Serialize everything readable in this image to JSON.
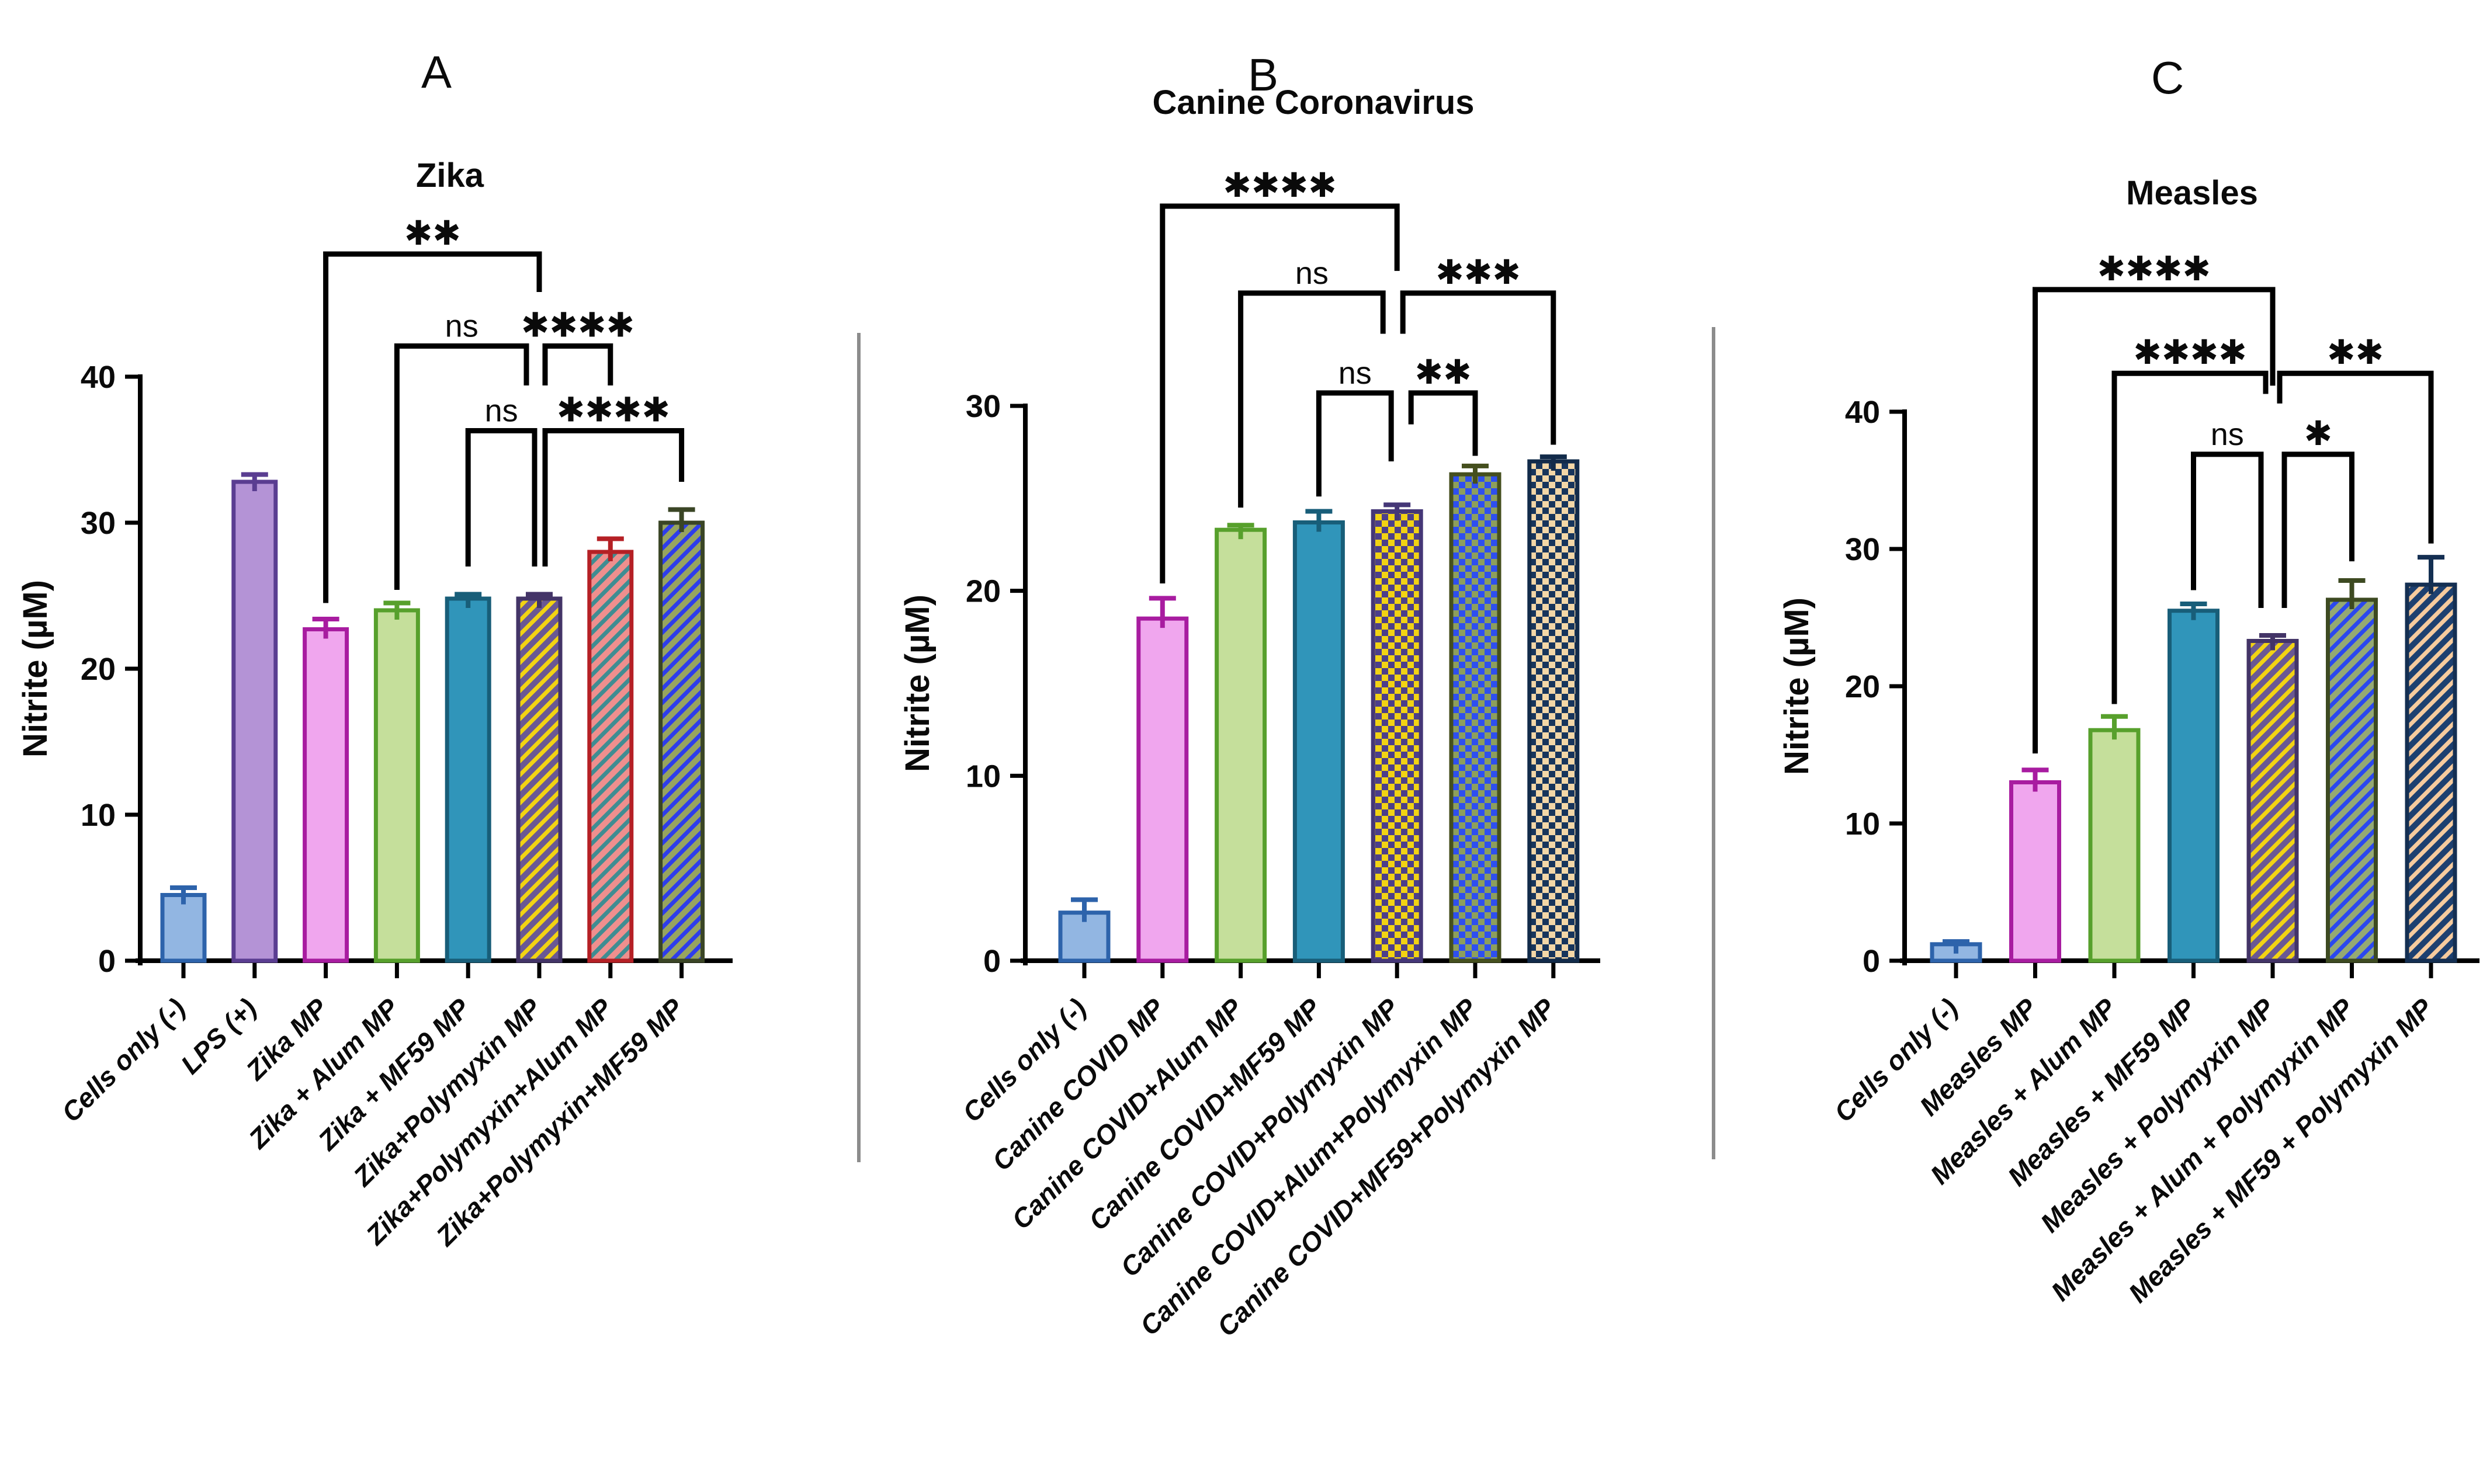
{
  "figure": {
    "background": "#ffffff",
    "shared_ylabel": "Nitrite (µM)"
  },
  "chart_data": [
    {
      "type": "bar",
      "panel_label": "A",
      "title": "Zika",
      "ylabel": "Nitrite (µM)",
      "ylim": [
        0,
        40
      ],
      "yticks": [
        0,
        10,
        20,
        30,
        40
      ],
      "grid": false,
      "legend": false,
      "categories": [
        "Cells only (-)",
        "LPS (+)",
        "Zika MP",
        "Zika + Alum MP",
        "Zika + MF59 MP",
        "Zika+Polymyxin MP",
        "Zika+Polymyxin+Alum MP",
        "Zika+Polymyxin+MF59 MP"
      ],
      "values": [
        4.5,
        32.8,
        22.7,
        24.0,
        24.8,
        24.8,
        28.0,
        30.0
      ],
      "errors": [
        0.5,
        0.5,
        0.7,
        0.5,
        0.3,
        0.3,
        0.9,
        0.9
      ],
      "bar_styles": [
        "solid-blue",
        "solid-purple",
        "solid-pink",
        "solid-green",
        "solid-teal",
        "hatch-yellow-purple",
        "hatch-teal-pink",
        "hatch-blue-olive"
      ],
      "significance": [
        {
          "groups": [
            3,
            6
          ],
          "label": "**",
          "y": 48.4,
          "drop_from": 24.5,
          "drop_to": 45.8,
          "from_dx": 0,
          "to_dx": 0
        },
        {
          "groups": [
            4,
            6
          ],
          "label": "ns",
          "y": 42.1,
          "drop_from": 25.4,
          "drop_to": 39.4,
          "from_dx": 0,
          "to_dx": -22
        },
        {
          "groups": [
            6,
            7
          ],
          "label": "****",
          "y": 42.1,
          "drop_from": 39.4,
          "drop_to": 39.4,
          "from_dx": 10,
          "to_dx": 0
        },
        {
          "groups": [
            5,
            6
          ],
          "label": "ns",
          "y": 36.3,
          "drop_from": 27.0,
          "drop_to": 27.0,
          "from_dx": 0,
          "to_dx": -8
        },
        {
          "groups": [
            6,
            8
          ],
          "label": "****",
          "y": 36.3,
          "drop_from": 27.0,
          "drop_to": 32.8,
          "from_dx": 10,
          "to_dx": 0
        }
      ]
    },
    {
      "type": "bar",
      "panel_label": "B",
      "title": "Canine Coronavirus",
      "ylabel": "Nitrite (µM)",
      "ylim": [
        0,
        30
      ],
      "yticks": [
        0,
        10,
        20,
        30
      ],
      "grid": false,
      "legend": false,
      "categories": [
        "Cells only (-)",
        "Canine COVID MP",
        "Canine COVID+Alum MP",
        "Canine COVID+MF59 MP",
        "Canine COVID+Polymyxin MP",
        "Canine COVID+Alum+Polymyxin MP",
        "Canine COVID+MF59+Polymyxin MP"
      ],
      "values": [
        2.6,
        18.5,
        23.3,
        23.7,
        24.3,
        26.3,
        27.0
      ],
      "errors": [
        0.7,
        1.1,
        0.25,
        0.6,
        0.35,
        0.45,
        0.25
      ],
      "bar_styles": [
        "solid-blue",
        "solid-pink",
        "solid-green",
        "solid-teal",
        "check-yellow-purple",
        "check-blue-olive",
        "check-cream-navy"
      ],
      "significance": [
        {
          "groups": [
            2,
            5
          ],
          "label": "****",
          "y": 40.8,
          "drop_from": 20.4,
          "drop_to": 37.3,
          "from_dx": 0,
          "to_dx": 0
        },
        {
          "groups": [
            3,
            5
          ],
          "label": "ns",
          "y": 36.1,
          "drop_from": 24.5,
          "drop_to": 33.9,
          "from_dx": 0,
          "to_dx": -24
        },
        {
          "groups": [
            5,
            7
          ],
          "label": "***",
          "y": 36.1,
          "drop_from": 33.9,
          "drop_to": 27.9,
          "from_dx": 10,
          "to_dx": 0
        },
        {
          "groups": [
            4,
            5
          ],
          "label": "ns",
          "y": 30.7,
          "drop_from": 25.1,
          "drop_to": 27.0,
          "from_dx": 0,
          "to_dx": -10
        },
        {
          "groups": [
            5,
            6
          ],
          "label": "**",
          "y": 30.7,
          "drop_from": 29.0,
          "drop_to": 27.3,
          "from_dx": 24,
          "to_dx": 0
        }
      ]
    },
    {
      "type": "bar",
      "panel_label": "C",
      "title": "Measles",
      "ylabel": "Nitrite (µM)",
      "ylim": [
        0,
        40
      ],
      "yticks": [
        0,
        10,
        20,
        30,
        40
      ],
      "grid": false,
      "legend": false,
      "categories": [
        "Cells only (-)",
        "Measles MP",
        "Measles + Alum MP",
        "Measles + MF59 MP",
        "Measles + Polymyxin MP",
        "Measles + Alum + Polymyxin MP",
        "Measles + MF59 + Polymyxin MP"
      ],
      "values": [
        1.2,
        13.0,
        16.8,
        25.5,
        23.3,
        26.3,
        27.4
      ],
      "errors": [
        0.2,
        0.9,
        1.0,
        0.5,
        0.4,
        1.4,
        2.0
      ],
      "bar_styles": [
        "solid-blue",
        "solid-pink",
        "solid-green",
        "solid-teal",
        "hatch-yellow-purple",
        "hatch-blue-sage",
        "hatch-cream-navy"
      ],
      "significance": [
        {
          "groups": [
            2,
            5
          ],
          "label": "****",
          "y": 48.9,
          "drop_from": 15.1,
          "drop_to": 41.9,
          "from_dx": 0,
          "to_dx": 0
        },
        {
          "groups": [
            3,
            5
          ],
          "label": "****",
          "y": 42.8,
          "drop_from": 18.7,
          "drop_to": 41.3,
          "from_dx": 0,
          "to_dx": -12
        },
        {
          "groups": [
            5,
            7
          ],
          "label": "**",
          "y": 42.8,
          "drop_from": 40.6,
          "drop_to": 30.4,
          "from_dx": 12,
          "to_dx": 0
        },
        {
          "groups": [
            4,
            5
          ],
          "label": "ns",
          "y": 36.9,
          "drop_from": 27.0,
          "drop_to": 25.7,
          "from_dx": 0,
          "to_dx": -20
        },
        {
          "groups": [
            5,
            6
          ],
          "label": "*",
          "y": 36.9,
          "drop_from": 25.7,
          "drop_to": 29.1,
          "from_dx": 20,
          "to_dx": 0
        }
      ]
    }
  ],
  "bar_style_palette": {
    "solid-blue": {
      "type": "solid",
      "fill": "#92b6e2",
      "stroke": "#2d63ab"
    },
    "solid-purple": {
      "type": "solid",
      "fill": "#b493d6",
      "stroke": "#5a3d91"
    },
    "solid-pink": {
      "type": "solid",
      "fill": "#f0a6ee",
      "stroke": "#a81ca0"
    },
    "solid-green": {
      "type": "solid",
      "fill": "#c5df9b",
      "stroke": "#57a02c"
    },
    "solid-teal": {
      "type": "solid",
      "fill": "#3095ba",
      "stroke": "#185e79"
    },
    "hatch-yellow-purple": {
      "type": "hatch",
      "bg": "#6a5894",
      "stripe": "#f2d313",
      "stroke": "#433467"
    },
    "hatch-teal-pink": {
      "type": "hatch",
      "bg": "#ef8f8e",
      "stripe": "#3f8d92",
      "stroke": "#b52025"
    },
    "hatch-blue-olive": {
      "type": "hatch",
      "bg": "#97a45f",
      "stripe": "#2e3deb",
      "stroke": "#3a4525"
    },
    "hatch-blue-sage": {
      "type": "hatch",
      "bg": "#94a973",
      "stripe": "#2b48ef",
      "stroke": "#3d4a21"
    },
    "hatch-cream-navy": {
      "type": "hatch",
      "bg": "#1d4070",
      "stripe": "#f6cb9e",
      "stroke": "#142f52"
    },
    "check-yellow-purple": {
      "type": "check",
      "c1": "#f2d313",
      "c2": "#4c3f8b",
      "stroke": "#453777"
    },
    "check-blue-olive": {
      "type": "check",
      "c1": "#2e4ff0",
      "c2": "#8d9f5c",
      "stroke": "#454f1e"
    },
    "check-cream-navy": {
      "type": "check",
      "c1": "#f3d7a7",
      "c2": "#17355c",
      "stroke": "#122b4a"
    }
  }
}
